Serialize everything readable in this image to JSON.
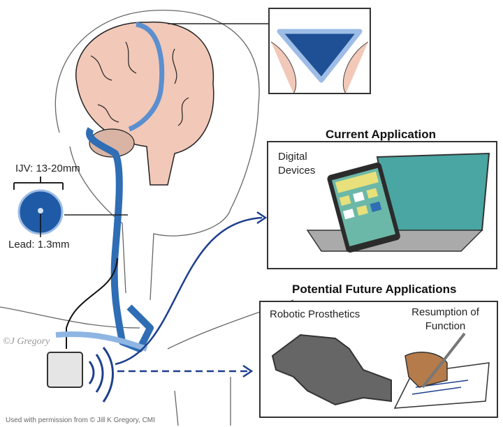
{
  "labels": {
    "ijv": "IJV: 13-20mm",
    "lead": "Lead: 1.3mm",
    "watermark": "©J Gregory",
    "credit": "Used with permission from © Jill K Gregory, CMI"
  },
  "current": {
    "title": "Current Application",
    "devices": "Digital Devices"
  },
  "future": {
    "title": "Potential Future Applications",
    "prosthetics": "Robotic Prosthetics",
    "resumption": "Resumption of Function"
  },
  "colors": {
    "vessel": "#2f6db5",
    "dark_blue": "#1d3f8f",
    "brain": "#f2c8b8",
    "device": "#e5e5e5"
  }
}
